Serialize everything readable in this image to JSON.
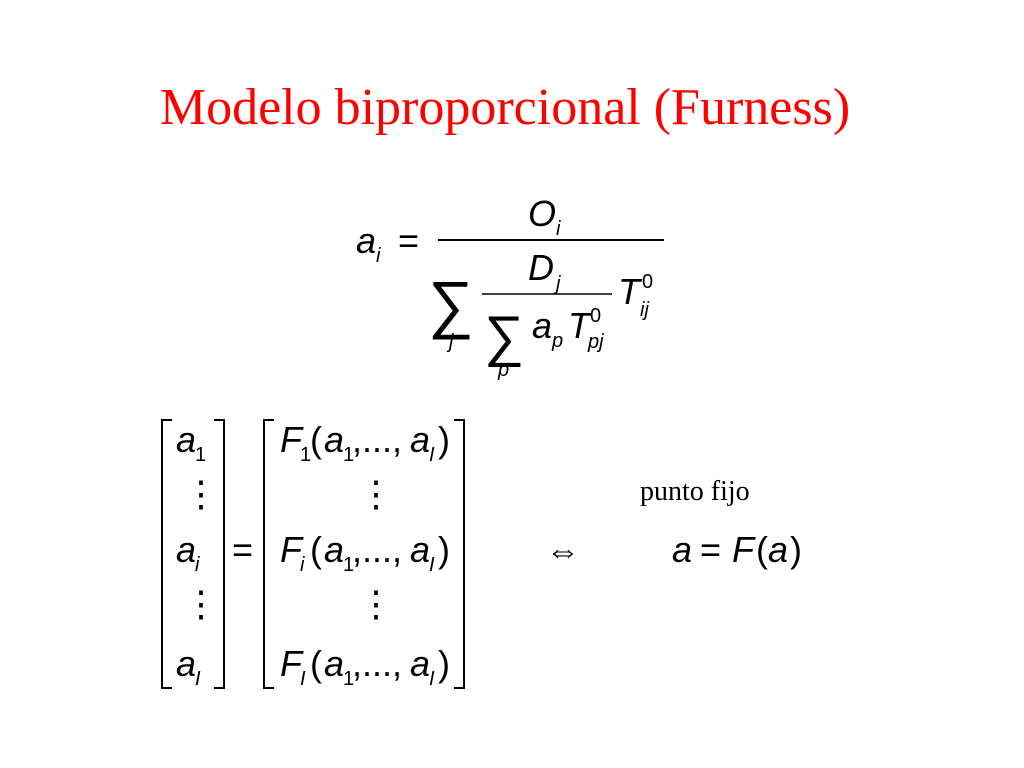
{
  "slide": {
    "title": "Modelo biproporcional (Furness)",
    "title_color": "#ff0000"
  },
  "formula_ai": {
    "lhs_var": "a",
    "lhs_sub": "i",
    "equals": "=",
    "num_var": "O",
    "num_sub": "i",
    "outer_sum_symbol": "∑",
    "outer_sum_index": "j",
    "inner_num_var": "D",
    "inner_num_sub": "j",
    "inner_sum_symbol": "∑",
    "inner_sum_index": "p",
    "inner_a": "a",
    "inner_a_sub": "p",
    "inner_T": "T",
    "inner_T_sup": "0",
    "inner_T_sub": "pj",
    "outer_T": "T",
    "outer_T_sup": "0",
    "outer_T_sub": "ij"
  },
  "fixed_point": {
    "lhs_rows": [
      {
        "var": "a",
        "sub": "1"
      },
      {
        "var": "⋮",
        "sub": ""
      },
      {
        "var": "a",
        "sub": "i"
      },
      {
        "var": "⋮",
        "sub": ""
      },
      {
        "var": "a",
        "sub": "I"
      }
    ],
    "equals": "=",
    "rhs_rows": [
      {
        "f": "F",
        "fsub": "1",
        "open": "(",
        "a1": "a",
        "a1sub": "1",
        "dots": ",..., ",
        "aI": "a",
        "aIsub": "I",
        "close": ")"
      },
      {
        "vdots": "⋮"
      },
      {
        "f": "F",
        "fsub": "i",
        "open": "(",
        "a1": "a",
        "a1sub": "1",
        "dots": ",..., ",
        "aI": "a",
        "aIsub": "I",
        "close": ")"
      },
      {
        "vdots": "⋮"
      },
      {
        "f": "F",
        "fsub": "I",
        "open": "(",
        "a1": "a",
        "a1sub": "1",
        "dots": ",..., ",
        "aI": "a",
        "aIsub": "I",
        "close": ")"
      }
    ],
    "iff_symbol": "⇔",
    "label": "punto fijo",
    "compact_lhs": "a",
    "compact_eq": "=",
    "compact_F": "F",
    "compact_open": "(",
    "compact_arg": "a",
    "compact_close": ")"
  }
}
